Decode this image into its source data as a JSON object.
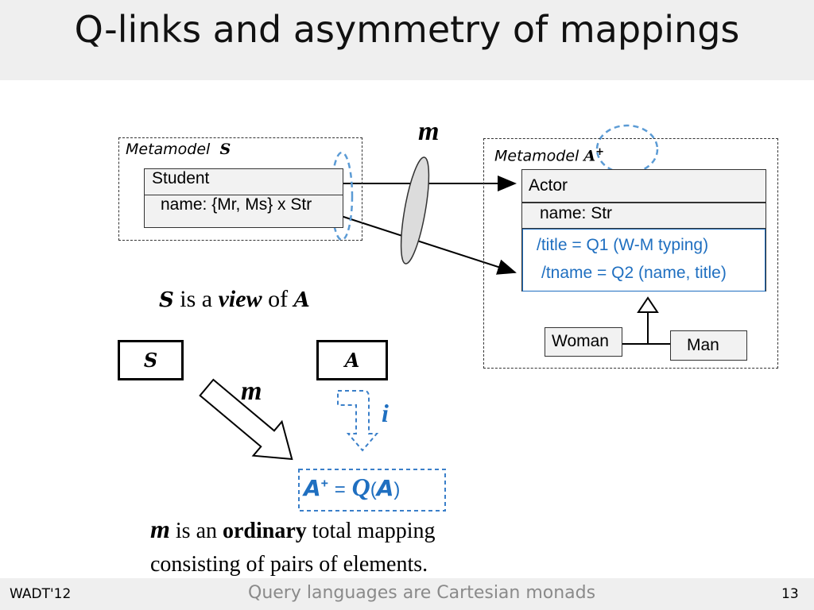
{
  "slide": {
    "title": "Q-links and asymmetry of mappings",
    "footer_left": "WADT'12",
    "footer_center": "Query languages are Cartesian monads",
    "page_number": "13"
  },
  "metamodel_s": {
    "label": "Metamodel",
    "symbol": "S",
    "class_name": "Student",
    "attribute": "name: {Mr, Ms} x Str"
  },
  "metamodel_a": {
    "label": "Metamodel",
    "symbol": "A",
    "sup": "+",
    "class_name": "Actor",
    "attribute": "name: Str",
    "derived_1": "/title = Q1 (W-M typing)",
    "derived_2": "/tname = Q2 (name, title)",
    "subclass_1": "Woman",
    "subclass_2": "Man"
  },
  "mapping_label": "m",
  "view_statement": {
    "s": "S",
    "is_a": "is a",
    "view": "view",
    "of": "of",
    "a": "A"
  },
  "lower": {
    "box_s": "S",
    "box_a": "A",
    "m_label": "m",
    "i_label": "i",
    "formula_a": "A",
    "formula_sup": "+",
    "formula_eq": "=",
    "formula_q": "Q",
    "formula_open": "(",
    "formula_arg": "A",
    "formula_close": ")"
  },
  "caption": {
    "m": "m",
    "t1": "is an",
    "bold": "ordinary",
    "t2": "total mapping",
    "line2": "consisting of pairs of elements."
  },
  "colors": {
    "accent_blue": "#1f6fc0",
    "dashed_blue": "#5b9bd5",
    "lens_fill": "#dcdcdc"
  }
}
